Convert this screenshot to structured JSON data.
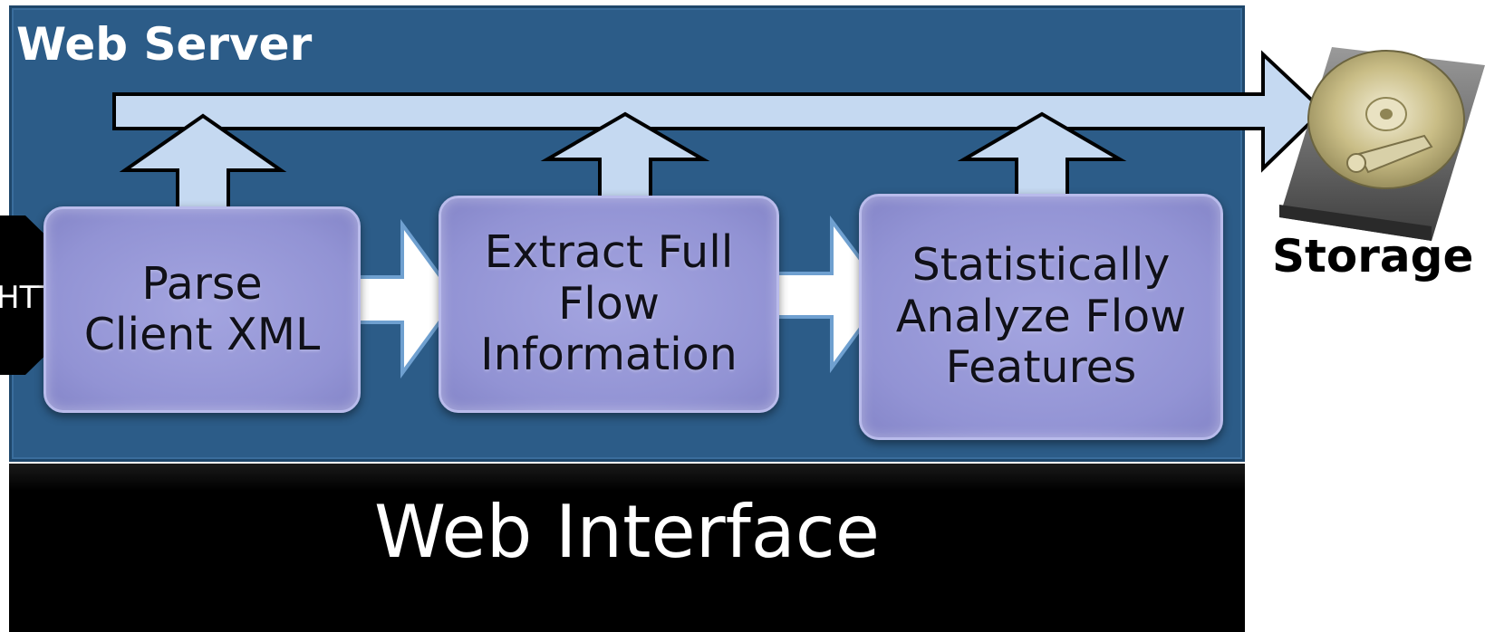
{
  "diagram": {
    "server_title": "Web Server",
    "input_label": "HTTPS",
    "steps": [
      {
        "lines": [
          "Parse",
          "Client XML"
        ]
      },
      {
        "lines": [
          "Extract Full",
          "Flow",
          "Information"
        ]
      },
      {
        "lines": [
          "Statistically",
          "Analyze Flow",
          "Features"
        ]
      }
    ],
    "storage_label": "Storage",
    "interface_label": "Web Interface"
  },
  "colors": {
    "server_panel": "#2c5c88",
    "process_box": "#9a9bd9",
    "main_arrow": "#c5d9f1",
    "flow_arrow": "#ffffff",
    "interface_panel": "#000000"
  }
}
